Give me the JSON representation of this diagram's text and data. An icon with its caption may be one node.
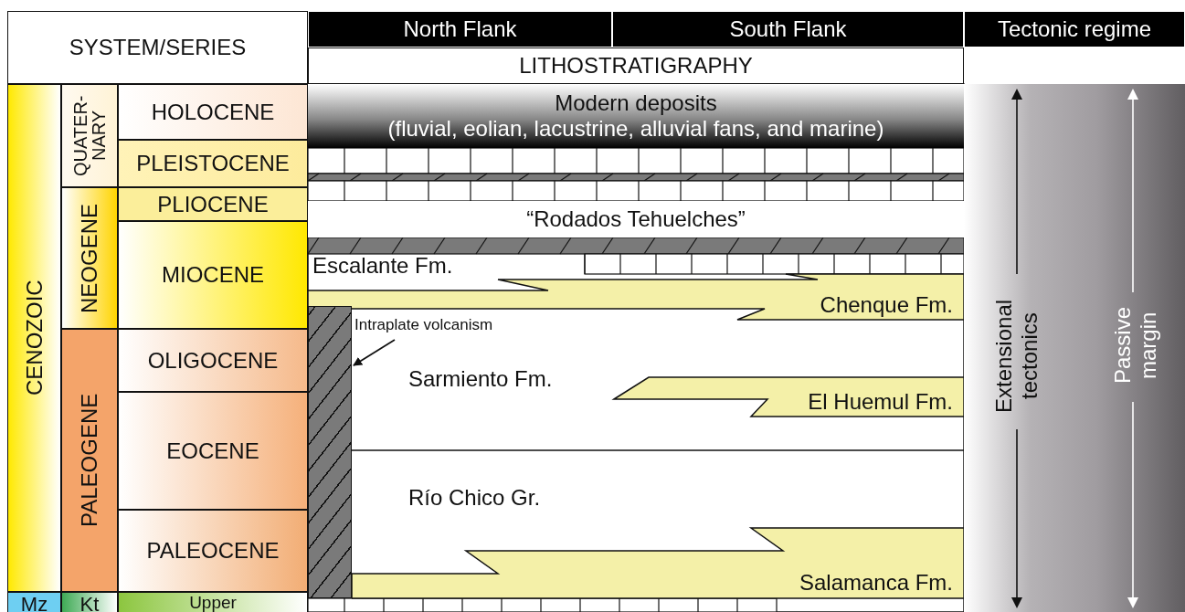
{
  "diagram": {
    "nodes": [
      {
        "text": [
          "SYSTEM/SERIES"
        ]
      },
      {
        "text": [
          "North Flank"
        ]
      },
      {
        "text": [
          "South Flank"
        ]
      },
      {
        "text": [
          "Tectonic regime"
        ]
      },
      {
        "text": [
          "LITHOSTRATIGRAPHY"
        ]
      },
      {
        "text": [
          "CENOZOIC"
        ]
      },
      {
        "text": [
          "QUATER- NARY"
        ]
      },
      {
        "text": [
          "NEOGENE"
        ]
      },
      {
        "text": [
          "PALEOGENE"
        ]
      },
      {
        "text": [
          "HOLOCENE"
        ]
      },
      {
        "text": [
          "PLEISTOCENE"
        ]
      },
      {
        "text": [
          "PLIOCENE"
        ]
      },
      {
        "text": [
          "MIOCENE"
        ]
      },
      {
        "text": [
          "OLIGOCENE"
        ]
      },
      {
        "text": [
          "EOCENE"
        ]
      },
      {
        "text": [
          "PALEOCENE"
        ]
      },
      {
        "text": [
          "Mz"
        ]
      },
      {
        "text": [
          "Kt"
        ]
      },
      {
        "text": [
          "Upper"
        ]
      },
      {
        "text": [
          "Modern deposits",
          "(fluvial, eolian, lacustrine, alluvial fans, and marine)"
        ]
      },
      {
        "text": [
          "“Rodados Tehuelches”"
        ]
      },
      {
        "text": [
          "Escalante Fm."
        ]
      },
      {
        "text": [
          "Chenque Fm."
        ]
      },
      {
        "text": [
          "Sarmiento Fm."
        ]
      },
      {
        "text": [
          "El Huemul Fm."
        ]
      },
      {
        "text": [
          "Río Chico Gr."
        ]
      },
      {
        "text": [
          "Salamanca Fm."
        ]
      },
      {
        "text": [
          "Intraplate volcanism"
        ]
      },
      {
        "text": [],
        "shape": "bar"
      },
      {
        "text": [
          "Extensional tectonics",
          "Passive margin"
        ]
      }
    ],
    "edges": [
      {
        "from": 27,
        "to": 28,
        "arrow": "to"
      }
    ]
  }
}
